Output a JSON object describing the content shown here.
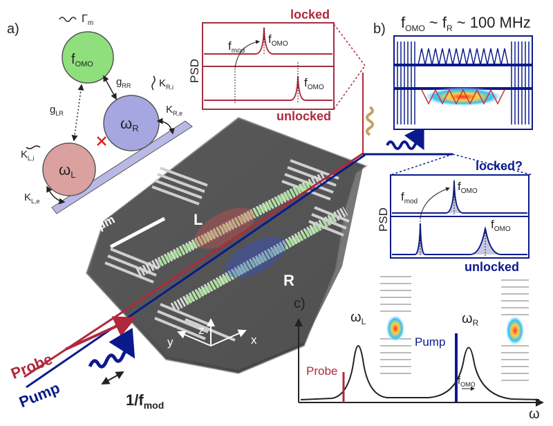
{
  "panel_a": {
    "label": "a)",
    "gamma": "Γ",
    "gamma_sub": "m",
    "f_omo": "f",
    "f_omo_sub": "OMO",
    "g_rr": "g",
    "g_rr_sub": "RR",
    "g_lr": "g",
    "g_lr_sub": "LR",
    "kappa_ri": "K",
    "kappa_ri_sub": "R,i",
    "kappa_re": "K",
    "kappa_re_sub": "R,e",
    "kappa_li": "K",
    "kappa_li_sub": "L,i",
    "kappa_le": "K",
    "kappa_le_sub": "L,e",
    "omega_r": "ω",
    "omega_r_sub": "R",
    "omega_l": "ω",
    "omega_l_sub": "L"
  },
  "psd_top": {
    "locked": "locked",
    "unlocked": "unlocked",
    "psd": "PSD",
    "f_mod": "f",
    "f_mod_sub": "mod",
    "f_omo_1": "f",
    "f_omo_1_sub": "OMO",
    "f_omo_2": "f",
    "f_omo_2_sub": "OMO"
  },
  "panel_b": {
    "label": "b)",
    "title_f": "f",
    "title_f_sub": "OMO",
    "title_rest": " ~ f",
    "title_r_sub": "R",
    "title_end": " ~ 100 MHz"
  },
  "psd_right": {
    "locked": "locked?",
    "unlocked": "unlocked",
    "psd": "PSD",
    "f_mod": "f",
    "f_mod_sub": "mod",
    "f_omo_1": "f",
    "f_omo_1_sub": "OMO",
    "f_omo_2": "f",
    "f_omo_2_sub": "OMO"
  },
  "device": {
    "scale": "5 μm",
    "label_l": "L",
    "label_r": "R",
    "axis_x": "x",
    "axis_y": "y",
    "axis_z": "z"
  },
  "beams": {
    "probe": "Probe",
    "pump": "Pump",
    "fmod_main": "1/f",
    "fmod_sub": "mod"
  },
  "panel_c": {
    "label": "c)",
    "omega_l": "ω",
    "omega_l_sub": "L",
    "omega_r": "ω",
    "omega_r_sub": "R",
    "probe": "Probe",
    "pump": "Pump",
    "f_omo": "f",
    "f_omo_sub": "OMO",
    "axis": "ω"
  },
  "colors": {
    "probe": "#b0283c",
    "pump": "#0a1a8c",
    "green": "#8fe07c",
    "blue": "#a6a6e0",
    "pink": "#dba0a0",
    "waveguide": "#b9b9e6"
  }
}
